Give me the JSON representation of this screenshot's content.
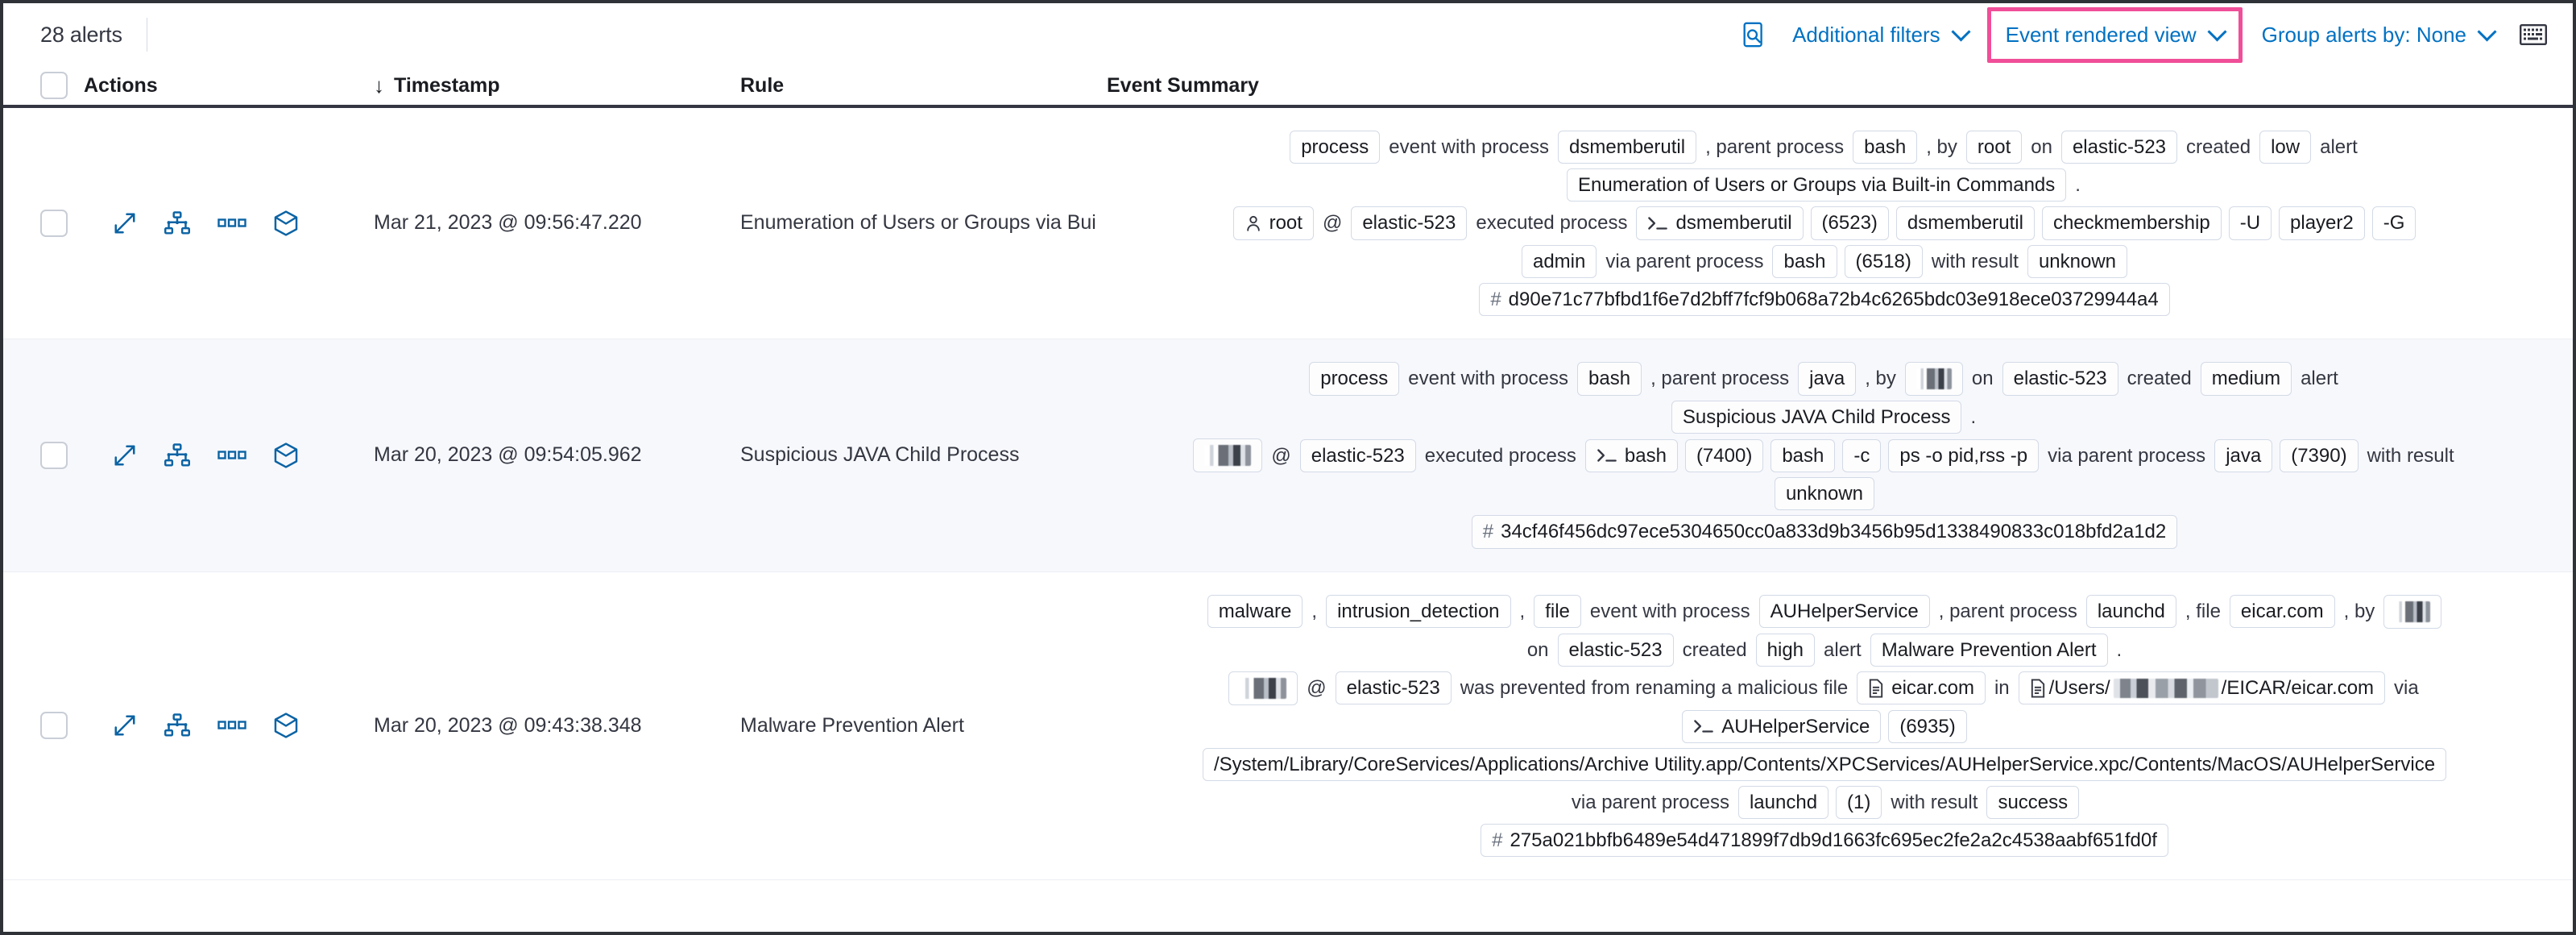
{
  "toolbar": {
    "alert_count": "28 alerts",
    "additional_filters": "Additional filters",
    "event_rendered_view": "Event rendered view",
    "group_alerts_by": "Group alerts by: None",
    "icons": {
      "filters": "filters-search-icon",
      "keyboard": "keyboard-shortcuts-icon"
    },
    "highlight_color": "#f04e98",
    "link_color": "#0071c2"
  },
  "table": {
    "headers": {
      "actions": "Actions",
      "timestamp": "Timestamp",
      "rule": "Rule",
      "event_summary": "Event Summary",
      "sort_indicator": "↓"
    },
    "row_action_icons": [
      "expand-icon",
      "session-view-icon",
      "more-actions-icon",
      "analyzer-cube-icon"
    ]
  },
  "alerts": [
    {
      "timestamp": "Mar 21, 2023 @ 09:56:47.220",
      "rule": "Enumeration of Users or Groups via Bui",
      "summary_lines": [
        [
          {
            "t": "pill",
            "v": "process"
          },
          {
            "t": "text",
            "v": "event with process"
          },
          {
            "t": "pill",
            "v": "dsmemberutil"
          },
          {
            "t": "text",
            "v": ", parent process"
          },
          {
            "t": "pill",
            "v": "bash"
          },
          {
            "t": "text",
            "v": ", by"
          },
          {
            "t": "pill",
            "v": "root"
          },
          {
            "t": "text",
            "v": "on"
          },
          {
            "t": "pill",
            "v": "elastic-523"
          },
          {
            "t": "text",
            "v": "created"
          },
          {
            "t": "pill",
            "v": "low"
          },
          {
            "t": "text",
            "v": "alert"
          }
        ],
        [
          {
            "t": "pill",
            "v": "Enumeration of Users or Groups via Built-in Commands"
          },
          {
            "t": "text",
            "v": "."
          }
        ],
        [
          {
            "t": "pill-user",
            "v": "root"
          },
          {
            "t": "text",
            "v": "@"
          },
          {
            "t": "pill",
            "v": "elastic-523"
          },
          {
            "t": "text",
            "v": "executed process"
          },
          {
            "t": "pill-term",
            "v": "dsmemberutil"
          },
          {
            "t": "pill",
            "v": "(6523)"
          },
          {
            "t": "pill",
            "v": "dsmemberutil"
          },
          {
            "t": "pill",
            "v": "checkmembership"
          },
          {
            "t": "pill",
            "v": "-U"
          },
          {
            "t": "pill",
            "v": "player2"
          },
          {
            "t": "pill",
            "v": "-G"
          }
        ],
        [
          {
            "t": "pill",
            "v": "admin"
          },
          {
            "t": "text",
            "v": "via parent process"
          },
          {
            "t": "pill",
            "v": "bash"
          },
          {
            "t": "pill",
            "v": "(6518)"
          },
          {
            "t": "text",
            "v": "with result"
          },
          {
            "t": "pill",
            "v": "unknown"
          }
        ],
        [
          {
            "t": "pill-hash",
            "v": "d90e71c77bfbd1f6e7d2bff7fcf9b068a72b4c6265bdc03e918ece03729944a4"
          }
        ]
      ]
    },
    {
      "timestamp": "Mar 20, 2023 @ 09:54:05.962",
      "rule": "Suspicious JAVA Child Process",
      "summary_lines": [
        [
          {
            "t": "pill",
            "v": "process"
          },
          {
            "t": "text",
            "v": "event with process"
          },
          {
            "t": "pill",
            "v": "bash"
          },
          {
            "t": "text",
            "v": ", parent process"
          },
          {
            "t": "pill",
            "v": "java"
          },
          {
            "t": "text",
            "v": ", by"
          },
          {
            "t": "pill-redact",
            "v": ""
          },
          {
            "t": "text",
            "v": "on"
          },
          {
            "t": "pill",
            "v": "elastic-523"
          },
          {
            "t": "text",
            "v": "created"
          },
          {
            "t": "pill",
            "v": "medium"
          },
          {
            "t": "text",
            "v": "alert"
          }
        ],
        [
          {
            "t": "pill",
            "v": "Suspicious JAVA Child Process"
          },
          {
            "t": "text",
            "v": "."
          }
        ],
        [
          {
            "t": "pill-redact-wide",
            "v": ""
          },
          {
            "t": "text",
            "v": "@"
          },
          {
            "t": "pill",
            "v": "elastic-523"
          },
          {
            "t": "text",
            "v": "executed process"
          },
          {
            "t": "pill-term",
            "v": "bash"
          },
          {
            "t": "pill",
            "v": "(7400)"
          },
          {
            "t": "pill",
            "v": "bash"
          },
          {
            "t": "pill",
            "v": "-c"
          },
          {
            "t": "pill",
            "v": "ps -o pid,rss -p"
          },
          {
            "t": "text",
            "v": "via parent process"
          },
          {
            "t": "pill",
            "v": "java"
          },
          {
            "t": "pill",
            "v": "(7390)"
          },
          {
            "t": "text",
            "v": "with result"
          }
        ],
        [
          {
            "t": "pill",
            "v": "unknown"
          }
        ],
        [
          {
            "t": "pill-hash",
            "v": "34cf46f456dc97ece5304650cc0a833d9b3456b95d1338490833c018bfd2a1d2"
          }
        ]
      ]
    },
    {
      "timestamp": "Mar 20, 2023 @ 09:43:38.348",
      "rule": "Malware Prevention Alert",
      "summary_lines": [
        [
          {
            "t": "pill",
            "v": "malware"
          },
          {
            "t": "text",
            "v": ","
          },
          {
            "t": "pill",
            "v": "intrusion_detection"
          },
          {
            "t": "text",
            "v": ","
          },
          {
            "t": "pill",
            "v": "file"
          },
          {
            "t": "text",
            "v": "event with process"
          },
          {
            "t": "pill",
            "v": "AUHelperService"
          },
          {
            "t": "text",
            "v": ", parent process"
          },
          {
            "t": "pill",
            "v": "launchd"
          },
          {
            "t": "text",
            "v": ", file"
          },
          {
            "t": "pill",
            "v": "eicar.com"
          },
          {
            "t": "text",
            "v": ", by"
          },
          {
            "t": "pill-redact",
            "v": ""
          }
        ],
        [
          {
            "t": "text",
            "v": "on"
          },
          {
            "t": "pill",
            "v": "elastic-523"
          },
          {
            "t": "text",
            "v": "created"
          },
          {
            "t": "pill",
            "v": "high"
          },
          {
            "t": "text",
            "v": "alert"
          },
          {
            "t": "pill",
            "v": "Malware Prevention Alert"
          },
          {
            "t": "text",
            "v": "."
          }
        ],
        [
          {
            "t": "pill-redact-wide",
            "v": ""
          },
          {
            "t": "text",
            "v": "@"
          },
          {
            "t": "pill",
            "v": "elastic-523"
          },
          {
            "t": "text",
            "v": "was prevented from renaming a malicious file"
          },
          {
            "t": "pill-doc",
            "v": "eicar.com"
          },
          {
            "t": "text",
            "v": "in"
          },
          {
            "t": "pill-doc-redact",
            "v": "/Users/|/EICAR/eicar.com"
          },
          {
            "t": "text",
            "v": "via"
          }
        ],
        [
          {
            "t": "pill-term",
            "v": "AUHelperService"
          },
          {
            "t": "pill",
            "v": "(6935)"
          }
        ],
        [
          {
            "t": "pill",
            "v": "/System/Library/CoreServices/Applications/Archive Utility.app/Contents/XPCServices/AUHelperService.xpc/Contents/MacOS/AUHelperService"
          }
        ],
        [
          {
            "t": "text",
            "v": "via parent process"
          },
          {
            "t": "pill",
            "v": "launchd"
          },
          {
            "t": "pill",
            "v": "(1)"
          },
          {
            "t": "text",
            "v": "with result"
          },
          {
            "t": "pill",
            "v": "success"
          }
        ],
        [
          {
            "t": "pill-hash",
            "v": "275a021bbfb6489e54d471899f7db9d1663fc695ec2fe2a2c4538aabf651fd0f"
          }
        ]
      ]
    }
  ]
}
